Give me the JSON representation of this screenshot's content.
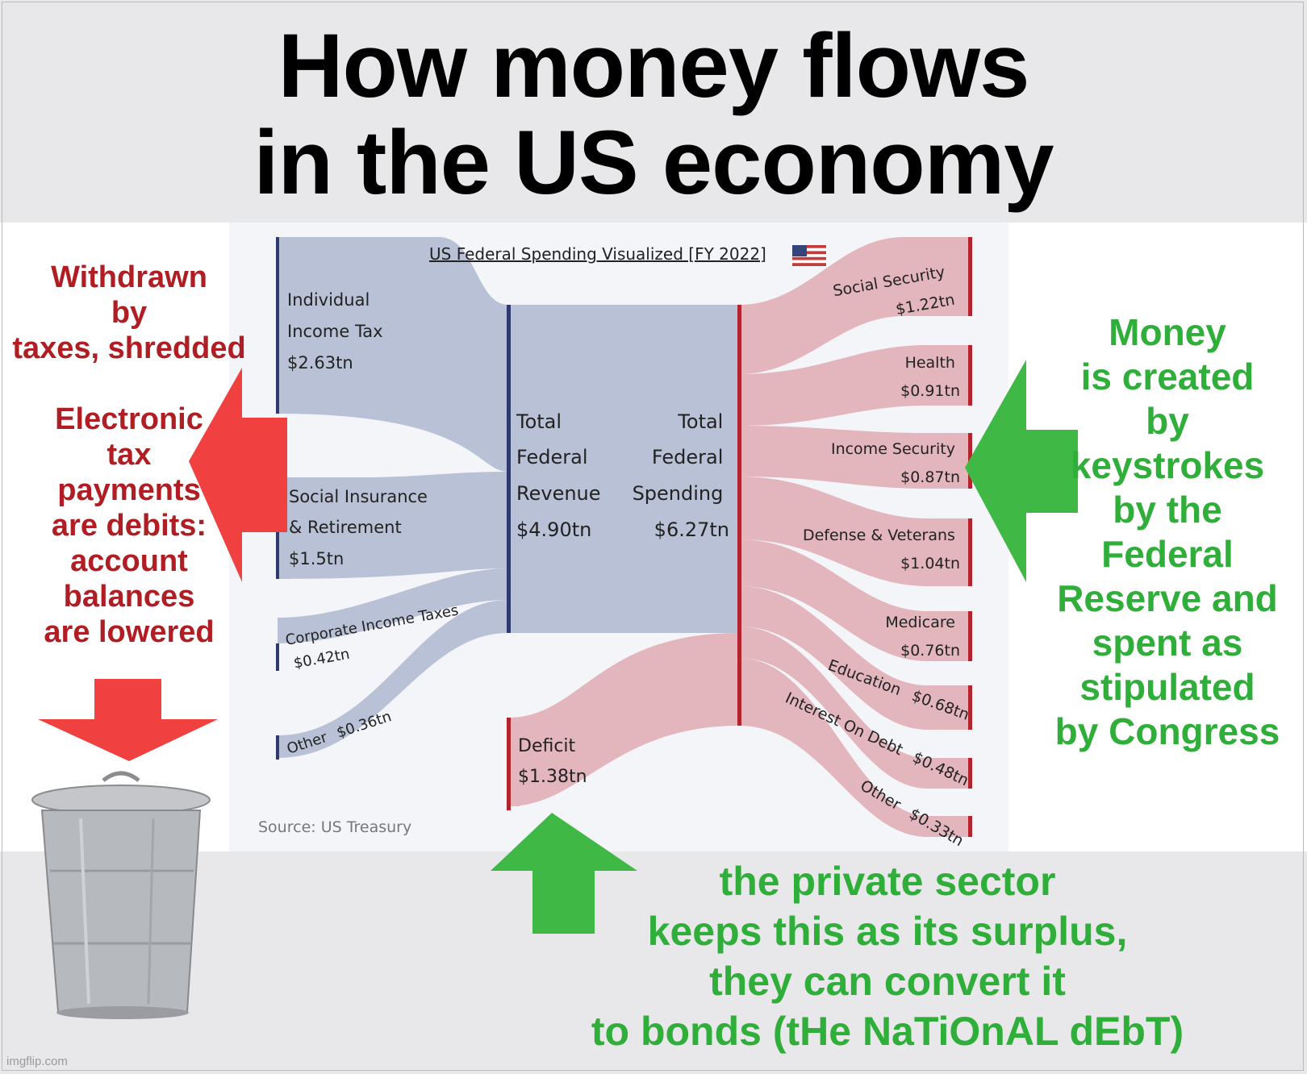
{
  "headline": {
    "line1": "How money flows",
    "line2": "in the US economy"
  },
  "chart": {
    "title": "US Federal Spending Visualized [FY 2022]",
    "source": "Source: US Treasury",
    "revenue_sources": [
      {
        "label_lines": [
          "Individual",
          "Income Tax"
        ],
        "value": "$2.63tn",
        "amount": 2.63
      },
      {
        "label_lines": [
          "Social Insurance",
          "& Retirement"
        ],
        "value": "$1.5tn",
        "amount": 1.5
      },
      {
        "label_lines": [
          "Corporate Income Taxes"
        ],
        "value": "$0.42tn",
        "amount": 0.42
      },
      {
        "label_lines": [
          "Other"
        ],
        "value": "$0.36tn",
        "amount": 0.36
      }
    ],
    "total_revenue": {
      "label_lines": [
        "Total",
        "Federal",
        "Revenue"
      ],
      "value": "$4.90tn",
      "amount": 4.9
    },
    "total_spending": {
      "label_lines": [
        "Total",
        "Federal",
        "Spending"
      ],
      "value": "$6.27tn",
      "amount": 6.27
    },
    "deficit": {
      "label": "Deficit",
      "value": "$1.38tn",
      "amount": 1.38
    },
    "spending_items": [
      {
        "label": "Social Security",
        "value": "$1.22tn",
        "amount": 1.22
      },
      {
        "label": "Health",
        "value": "$0.91tn",
        "amount": 0.91
      },
      {
        "label": "Income Security",
        "value": "$0.87tn",
        "amount": 0.87
      },
      {
        "label": "Defense & Veterans",
        "value": "$1.04tn",
        "amount": 1.04
      },
      {
        "label": "Medicare",
        "value": "$0.76tn",
        "amount": 0.76
      },
      {
        "label": "Education",
        "value": "$0.68tn",
        "amount": 0.68
      },
      {
        "label": "Interest On Debt",
        "value": "$0.48tn",
        "amount": 0.48
      },
      {
        "label": "Other",
        "value": "$0.33tn",
        "amount": 0.33
      }
    ],
    "colors": {
      "revenue_flow": "#b9c1d6",
      "revenue_bar": "#2e3a6e",
      "spending_flow": "#e3b5bd",
      "spending_bar": "#b3242e",
      "card_bg": "#f4f5f9"
    }
  },
  "annotations": {
    "left_top": [
      "Withdrawn",
      "by",
      "taxes, shredded"
    ],
    "left_mid": [
      "Electronic",
      "tax",
      "payments",
      "are debits:",
      "account",
      "balances",
      "are lowered"
    ],
    "right": [
      "Money",
      "is created",
      "by",
      "keystrokes",
      "by the",
      "Federal",
      "Reserve and",
      "spent as",
      "stipulated",
      "by Congress"
    ],
    "bottom": [
      "the private sector",
      "keeps this as its surplus,",
      "they can convert it",
      "to bonds (tHe NaTiOnAL dEbT)"
    ]
  },
  "icons": {
    "trash_can": "trash-can-icon",
    "flag": "us-flag-icon",
    "arrows": [
      "red-arrow-left-icon",
      "red-arrow-down-icon",
      "green-arrow-left-icon",
      "green-arrow-up-icon"
    ]
  },
  "watermark": "imgflip.com"
}
